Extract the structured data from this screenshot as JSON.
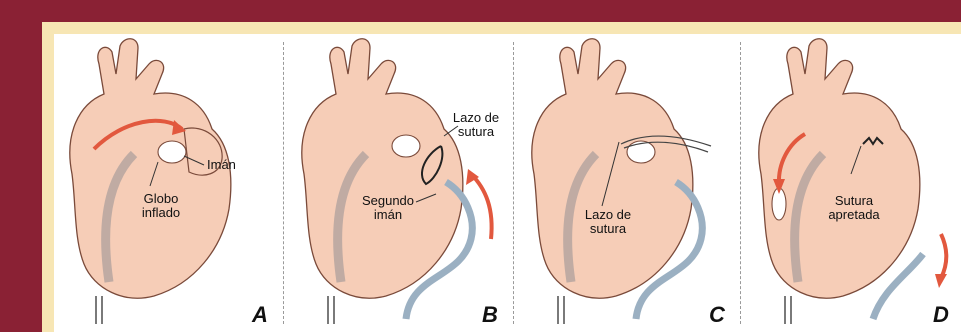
{
  "colors": {
    "outer_border": "#8a2134",
    "inner_border": "#f7e6b4",
    "heart_fill": "#f6cdb7",
    "outline": "#7a4a3a",
    "arrow": "#e2583e",
    "catheter": "#9bb0c2",
    "balloon": "#ffffff"
  },
  "panels": [
    {
      "letter": "A",
      "labels": {
        "magnet": "Imán",
        "balloon_line1": "Globo",
        "balloon_line2": "inflado"
      }
    },
    {
      "letter": "B",
      "labels": {
        "suture_loop_line1": "Lazo de",
        "suture_loop_line2": "sutura",
        "second_magnet_line1": "Segundo",
        "second_magnet_line2": "imán"
      }
    },
    {
      "letter": "C",
      "labels": {
        "suture_loop_line1": "Lazo de",
        "suture_loop_line2": "sutura"
      }
    },
    {
      "letter": "D",
      "labels": {
        "tight_suture_line1": "Sutura",
        "tight_suture_line2": "apretada"
      }
    }
  ]
}
